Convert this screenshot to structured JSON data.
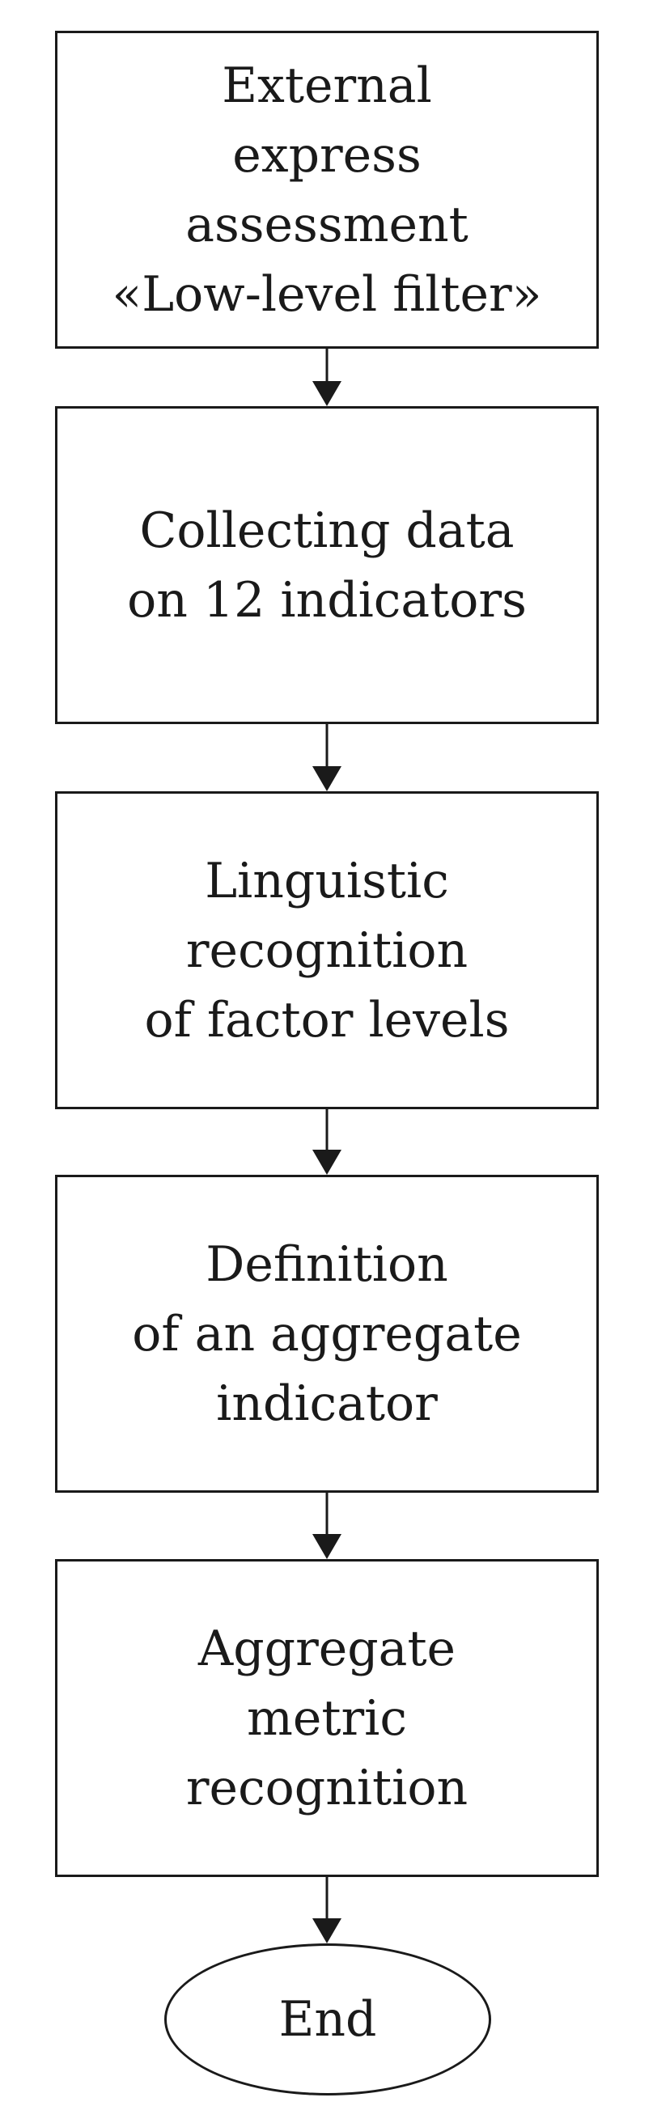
{
  "flowchart": {
    "steps": [
      {
        "label": "External\nexpress\nassessment\n«Low-level filter»"
      },
      {
        "label": "Collecting data\non 12 indicators"
      },
      {
        "label": "Linguistic\nrecognition\nof factor levels"
      },
      {
        "label": "Definition\nof an aggregate\nindicator"
      },
      {
        "label": "Aggregate\nmetric\nrecognition"
      }
    ],
    "terminal": {
      "label": "End"
    }
  }
}
